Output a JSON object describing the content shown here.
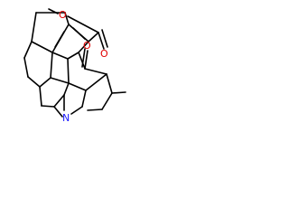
{
  "molecule": {
    "atom_labels": {
      "ester_oxygen": "O",
      "carbonyl_oxygen_ester": "O",
      "ketone_oxygen": "O",
      "amine_nitrogen": "N"
    },
    "colors": {
      "bond": "#000000",
      "oxygen": "#e00000",
      "nitrogen": "#1a1aff",
      "background": "#ffffff"
    }
  }
}
